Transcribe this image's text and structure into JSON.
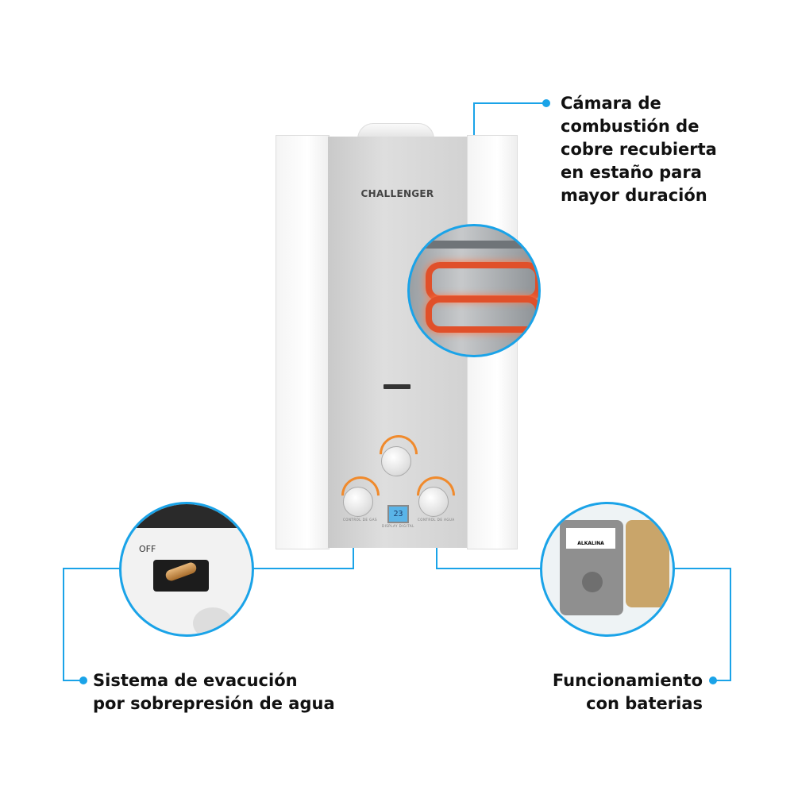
{
  "brand": "CHALLENGER",
  "display_temperature": "23",
  "knob_labels": {
    "gas": "CONTROL DE GAS",
    "water": "CONTROL DE AGUA",
    "display": "DISPLAY DIGITAL"
  },
  "detail_labels": {
    "switch_off": "OFF",
    "battery_type": "ALKALINA"
  },
  "captions": {
    "combustion": [
      "Cámara de",
      "combustión de",
      "cobre recubierta",
      "en estaño para",
      "mayor duración"
    ],
    "evacuation": [
      "Sistema de evacución",
      "por sobrepresión de agua"
    ],
    "batteries": [
      "Funcionamiento",
      "con baterias"
    ]
  },
  "colors": {
    "accent": "#1aa3e8",
    "knob_arc": "#f08a2c",
    "copper": "#e0502a"
  }
}
